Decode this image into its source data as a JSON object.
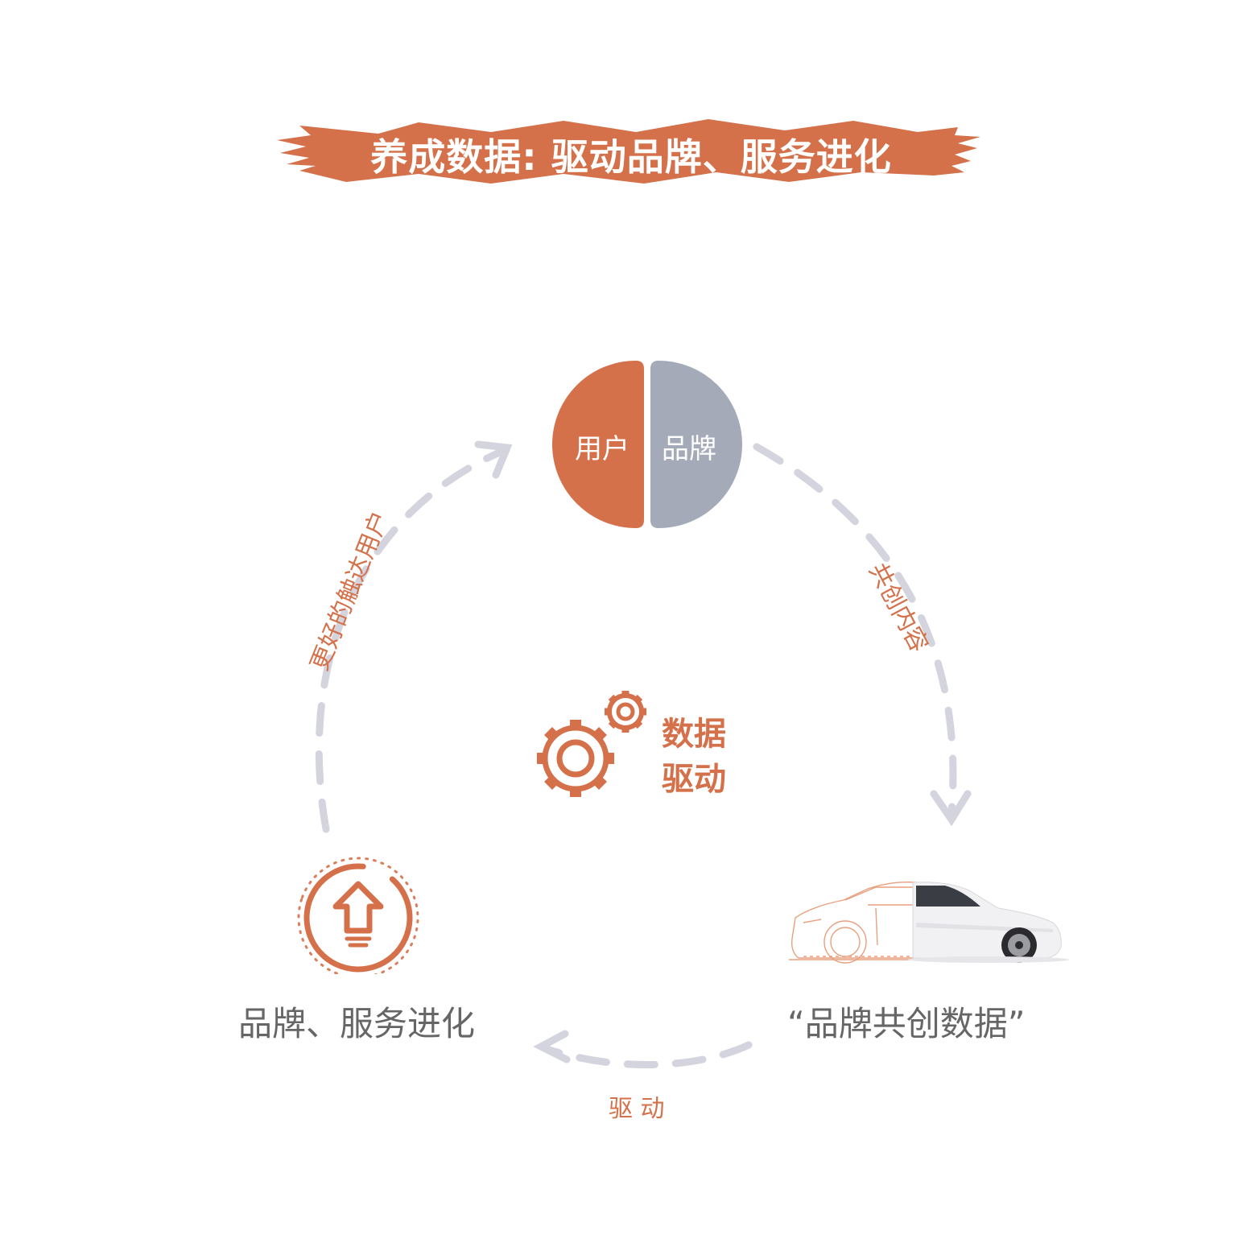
{
  "title": "养成数据: 驱动品牌、服务进化",
  "hub": {
    "left": "用户",
    "right": "品牌"
  },
  "center": {
    "line1": "数据",
    "line2": "驱动"
  },
  "arcs": {
    "right": "共创内容",
    "bottom": "驱 动",
    "left": "更好的触达用户"
  },
  "nodes": {
    "left": "品牌、服务进化",
    "right": "“品牌共创数据”"
  },
  "colors": {
    "accent": "#d5714a",
    "brand_gray": "#a5aab8",
    "dash_gray": "#d4d4de",
    "label_gray": "#666666"
  },
  "icons": {
    "center": "gears-icon",
    "left_node": "upgrade-arrow-icon",
    "right_node": "car-icon"
  }
}
